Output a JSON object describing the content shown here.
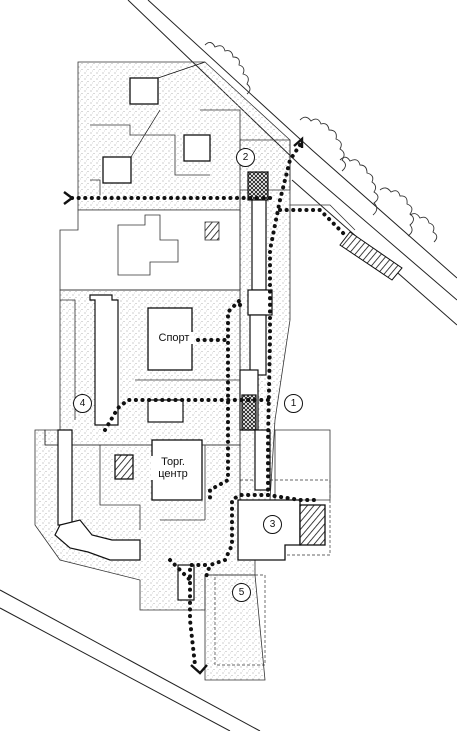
{
  "map": {
    "labels": {
      "sport": "Спорт",
      "trade_line1": "Торг.",
      "trade_line2": "центр"
    },
    "markers": [
      "1",
      "2",
      "3",
      "4",
      "5"
    ],
    "colors": {
      "ink": "#111111",
      "stipple": "#9a9a9a",
      "paper": "#ffffff"
    }
  }
}
